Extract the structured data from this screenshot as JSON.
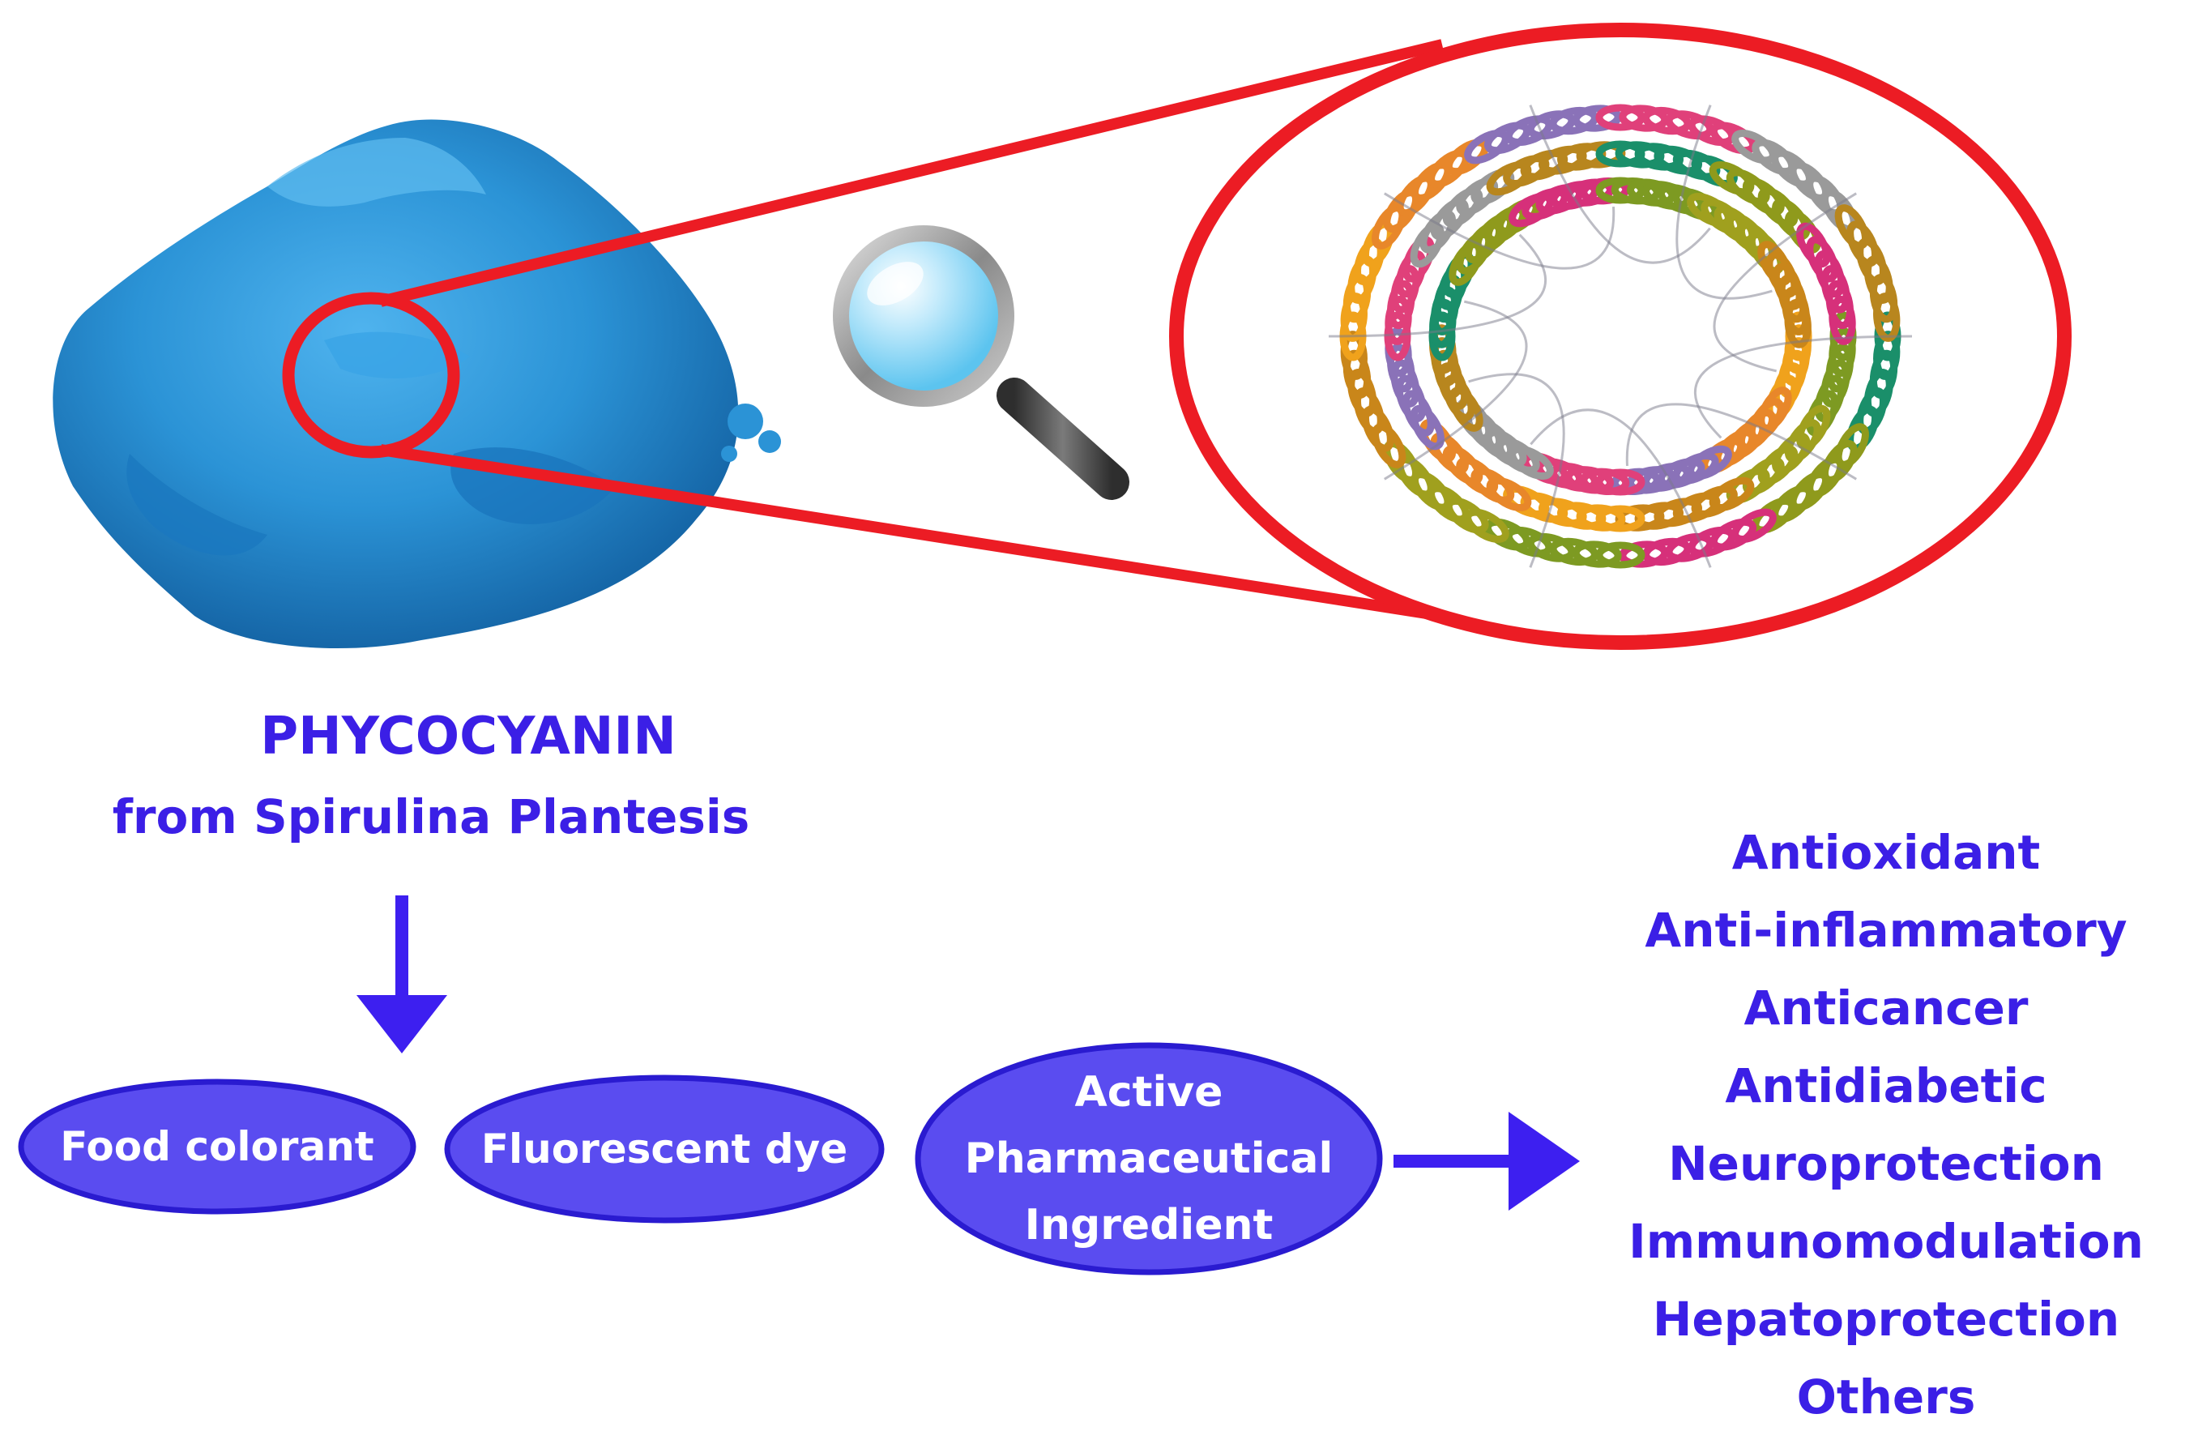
{
  "title": {
    "line1": "PHYCOCYANIN",
    "line2": "from Spirulina Plantesis"
  },
  "applications": [
    {
      "id": "food",
      "lines": [
        "Food colorant"
      ]
    },
    {
      "id": "dye",
      "lines": [
        "Fluorescent dye"
      ]
    },
    {
      "id": "api",
      "lines": [
        "Active",
        "Pharmaceutical",
        "Ingredient"
      ]
    }
  ],
  "activities": [
    "Antioxidant",
    "Anti-inflammatory",
    "Anticancer",
    "Antidiabetic",
    "Neuroprotection",
    "Immunomodulation",
    "Hepatoprotection",
    "Others"
  ],
  "colors": {
    "title_text": "#3b1fe6",
    "activity_text": "#3b1fe6",
    "arrow": "#3d1ff0",
    "ellipse_fill": "#5a4cf0",
    "ellipse_stroke": "#2a1bd0",
    "ellipse_text": "#ffffff",
    "zoom_ring": "#ec1c24",
    "powder": "#2b93d6"
  },
  "icons": [
    "magnifier-icon",
    "spirulina-powder",
    "protein-structure"
  ]
}
